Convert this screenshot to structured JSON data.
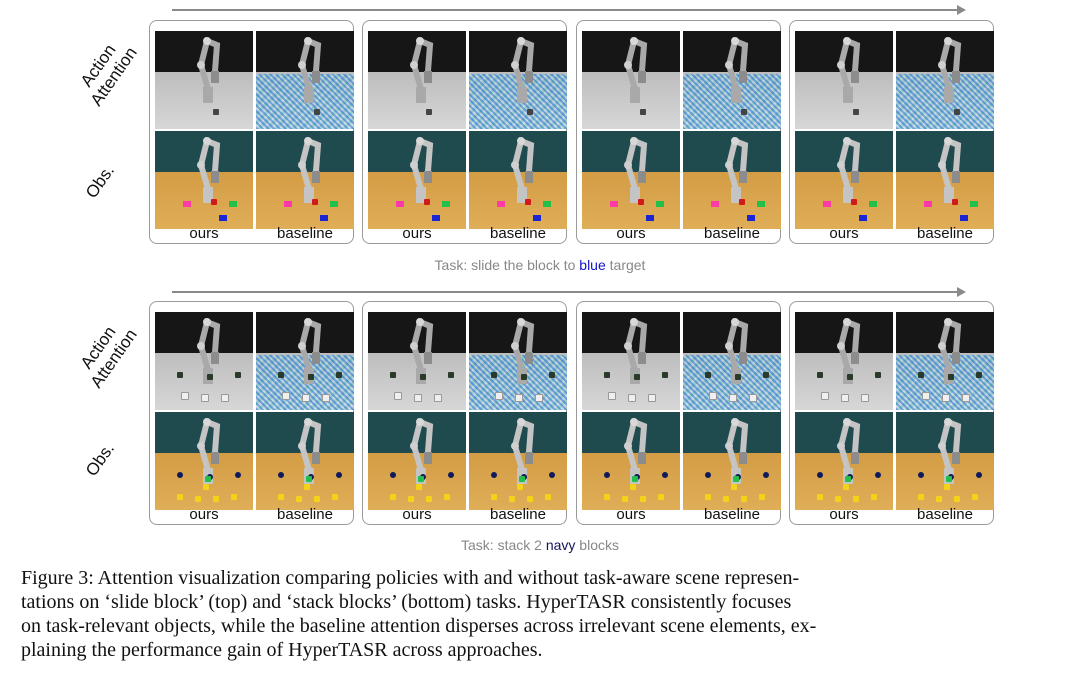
{
  "figure": {
    "row_labels": {
      "attention": "Action\nAttention",
      "obs": "Obs."
    },
    "frame_captions": {
      "ours": "ours",
      "baseline": "baseline"
    },
    "panels": [
      {
        "task_prefix": "Task: slide the block to ",
        "task_highlight": "blue",
        "task_suffix": " target",
        "highlight_color": "#1414c8"
      },
      {
        "task_prefix": "Task: stack 2 ",
        "task_highlight": "navy",
        "task_suffix": " blocks",
        "highlight_color": "#141458"
      }
    ]
  },
  "caption": {
    "lines": [
      "Figure 3: Attention visualization comparing policies with and without task-aware scene represen-",
      "tations on ‘slide block’ (top) and ‘stack blocks’ (bottom) tasks. HyperTASR consistently focuses",
      "on task-relevant objects, while the baseline attention disperses across irrelevant scene elements, ex-",
      "plaining the performance gain of HyperTASR across approaches."
    ]
  },
  "colors": {
    "block_red": "#d11a1a",
    "block_pink": "#ff3aa8",
    "block_green": "#22c04a",
    "block_blue": "#1a26d6",
    "block_yellow": "#f3d21a",
    "block_navy": "#101a5a"
  }
}
